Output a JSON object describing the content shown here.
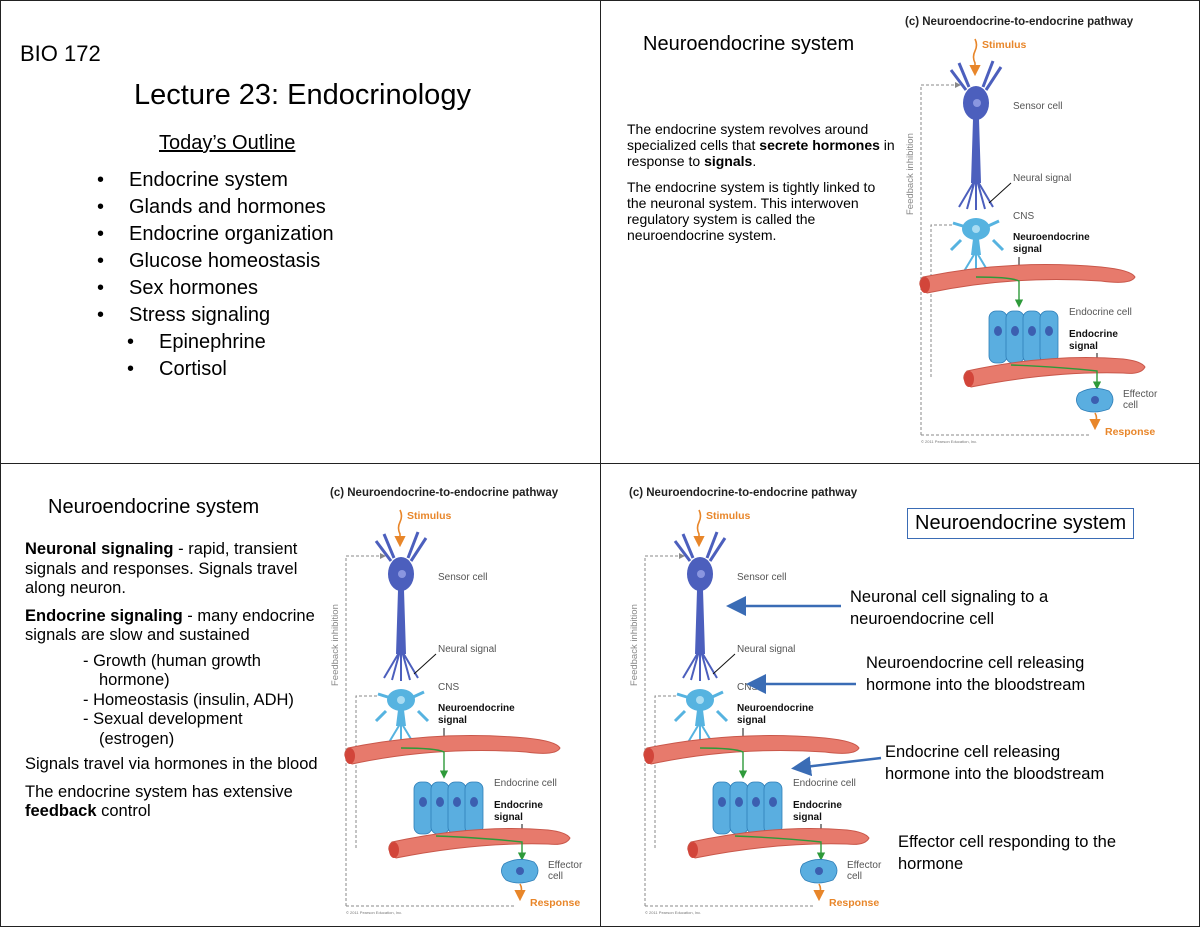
{
  "slide1": {
    "course": "BIO 172",
    "title": "Lecture 23: Endocrinology",
    "outline_heading": "Today’s Outline",
    "bullet": "•",
    "items": [
      "Endocrine system",
      "Glands and hormones",
      "Endocrine organization",
      "Glucose homeostasis",
      "Sex hormones",
      "Stress signaling"
    ],
    "subitems": [
      "Epinephrine",
      "Cortisol"
    ]
  },
  "slide2": {
    "title": "Neuroendocrine system",
    "para1_a": "The endocrine system revolves around specialized cells that ",
    "para1_b": "secrete hormones",
    "para1_c": " in response to ",
    "para1_d": "signals",
    "para1_e": ".",
    "para2": "The endocrine system is tightly linked to the neuronal system.  This interwoven regulatory system is called the neuroendocrine system."
  },
  "slide3": {
    "title": "Neuroendocrine system",
    "neuronal_bold": "Neuronal signaling",
    "neuronal_rest": " - rapid, transient signals and responses. Signals travel along neuron.",
    "endocrine_bold": "Endocrine signaling",
    "endocrine_rest": " - many endocrine signals are slow and sustained",
    "sub1_a": "- Growth (human growth",
    "sub1_b": "hormone)",
    "sub2": "- Homeostasis (insulin, ADH)",
    "sub3_a": "- Sexual development",
    "sub3_b": "(estrogen)",
    "hormones_blood": "Signals travel via hormones in the blood",
    "feedback_a": "The endocrine system has extensive ",
    "feedback_b": "feedback",
    "feedback_c": " control"
  },
  "slide4": {
    "title": "Neuroendocrine system",
    "note1": "Neuronal cell signaling to a neuroendocrine cell",
    "note2": "Neuroendocrine cell releasing hormone into the bloodstream",
    "note3": "Endocrine cell releasing hormone into the bloodstream",
    "note4": "Effector cell responding to the hormone"
  },
  "figure": {
    "title": "(c) Neuroendocrine-to-endocrine pathway",
    "stimulus": "Stimulus",
    "sensor_cell": "Sensor cell",
    "feedback_inhibition": "Feedback inhibition",
    "neural_signal": "Neural signal",
    "cns": "CNS",
    "neuroendocrine_signal_1": "Neuroendocrine",
    "neuroendocrine_signal_2": "signal",
    "endocrine_cell": "Endocrine cell",
    "endocrine_signal_1": "Endocrine",
    "endocrine_signal_2": "signal",
    "effector_cell_1": "Effector",
    "effector_cell_2": "cell",
    "response": "Response",
    "copyright": "© 2011 Pearson Education, Inc."
  },
  "colors": {
    "neuron": "#4c5fbd",
    "cns_cell": "#56b3e0",
    "vessel": "#e77a6c",
    "orange": "#e8862a",
    "signal_green": "#2e9a3a",
    "arrow_blue": "#3a6cb5"
  }
}
